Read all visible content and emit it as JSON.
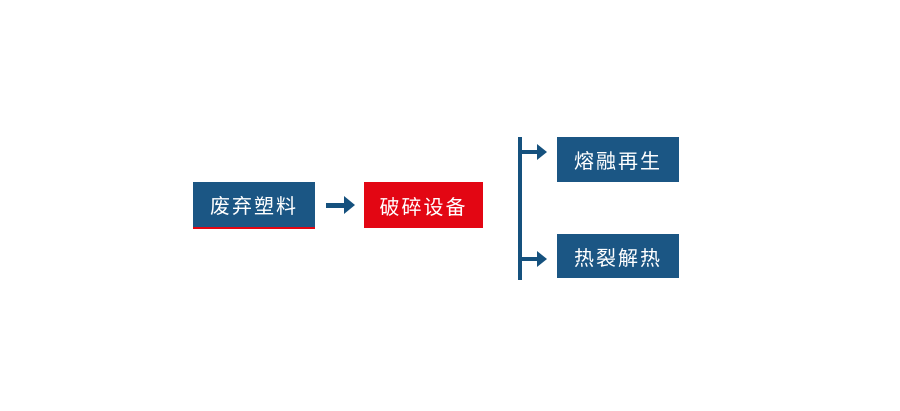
{
  "diagram": {
    "nodes": {
      "source": {
        "label": "废弃塑料",
        "color": "#1B5684",
        "underline_color": "#E30613"
      },
      "process": {
        "label": "破碎设备",
        "color": "#E30613"
      },
      "branch_top": {
        "label": "熔融再生",
        "color": "#1B5684"
      },
      "branch_bottom": {
        "label": "热裂解热",
        "color": "#1B5684"
      }
    },
    "colors": {
      "box_blue": "#1B5684",
      "box_red": "#E30613",
      "arrow_blue": "#15517E",
      "text": "#FFFFFF",
      "background": "#FFFFFF"
    },
    "connectors": {
      "main_arrow": "right-arrow",
      "branch_line": "vertical-line",
      "branch_arrow_top": "right-arrow",
      "branch_arrow_bottom": "right-arrow"
    }
  }
}
